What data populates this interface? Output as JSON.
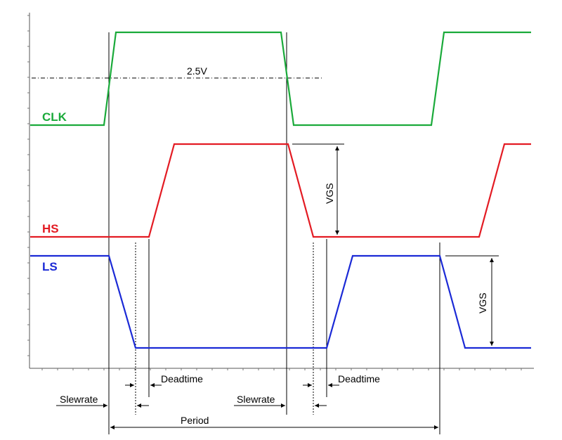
{
  "signals": [
    {
      "name": "CLK",
      "color": "#1aaa3a"
    },
    {
      "name": "HS",
      "color": "#e31b23"
    },
    {
      "name": "LS",
      "color": "#1b2ad6"
    }
  ],
  "annotations": {
    "threshold": "2.5V",
    "vgs_hs": "VGS",
    "vgs_ls": "VGS",
    "deadtime_1": "Deadtime",
    "deadtime_2": "Deadtime",
    "slewrate_1": "Slewrate",
    "slewrate_2": "Slewrate",
    "period": "Period"
  }
}
